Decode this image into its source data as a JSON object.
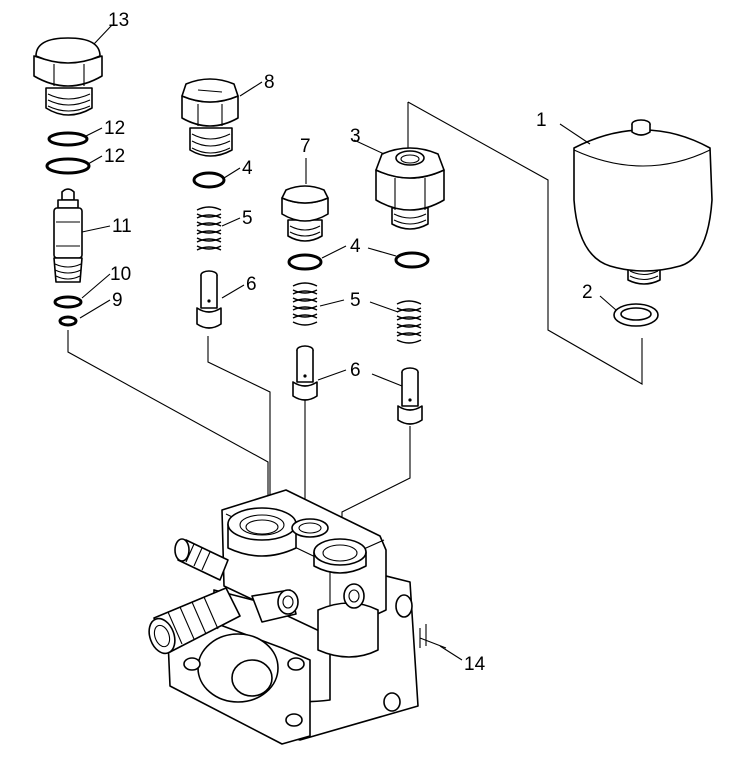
{
  "callouts": {
    "c1": "1",
    "c2": "2",
    "c3": "3",
    "c4a": "4",
    "c4b": "4",
    "c5a": "5",
    "c5b": "5",
    "c6a": "6",
    "c6b": "6",
    "c7": "7",
    "c8": "8",
    "c9": "9",
    "c10": "10",
    "c11": "11",
    "c12a": "12",
    "c12b": "12",
    "c13": "13",
    "c14": "14"
  }
}
